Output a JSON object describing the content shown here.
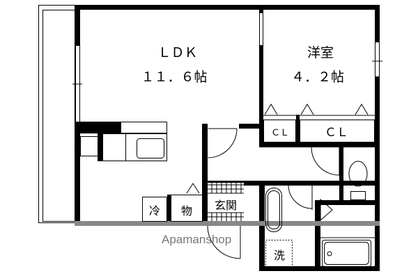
{
  "rooms": {
    "ldk": {
      "name": "ＬＤＫ",
      "size": "１１．６帖"
    },
    "western_room": {
      "name": "洋室",
      "size": "４．２帖"
    },
    "closet_small": "ＣＬ",
    "closet_large": "ＣＬ",
    "fridge": "冷",
    "storage": "物",
    "entrance": "玄関",
    "washer": "洗"
  },
  "watermark": "Apamanshop",
  "colors": {
    "wall": "#000000",
    "balcony_edge": "#888888",
    "watermark": "#777777"
  }
}
